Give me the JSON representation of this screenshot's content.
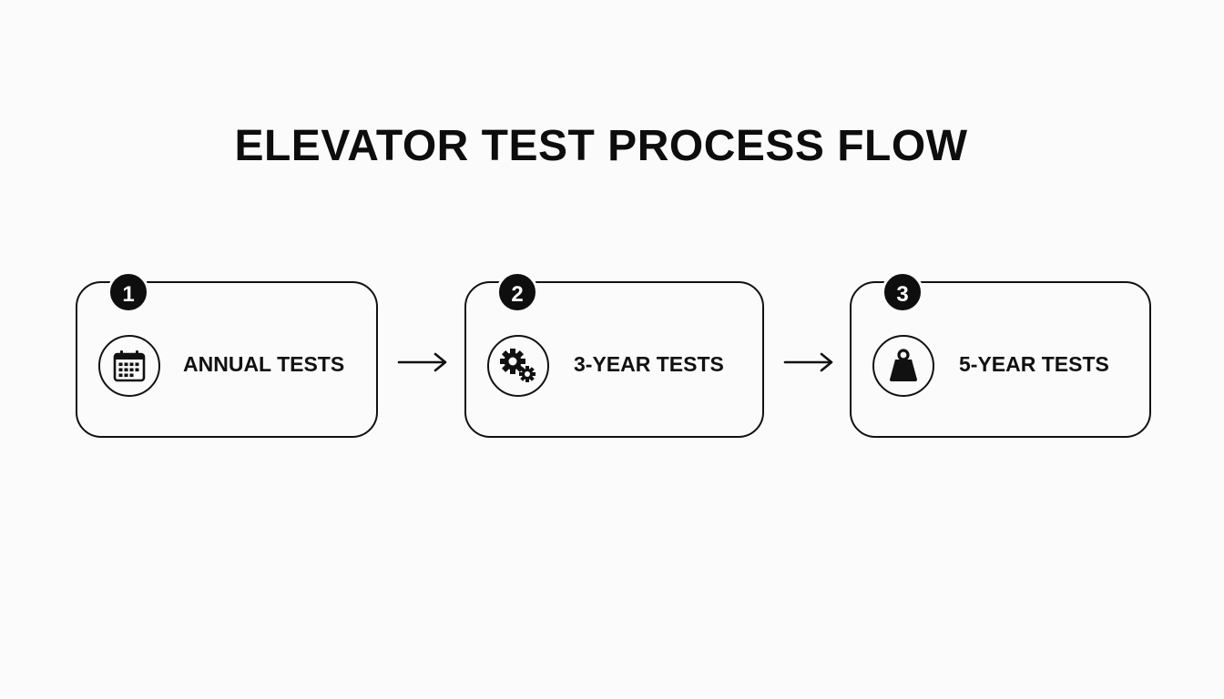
{
  "diagram": {
    "title": "ELEVATOR TEST PROCESS FLOW",
    "steps": [
      {
        "number": "1",
        "label": "ANNUAL TESTS",
        "icon": "calendar-icon"
      },
      {
        "number": "2",
        "label": "3-YEAR TESTS",
        "icon": "gears-icon"
      },
      {
        "number": "3",
        "label": "5-YEAR TESTS",
        "icon": "weight-icon"
      }
    ]
  }
}
